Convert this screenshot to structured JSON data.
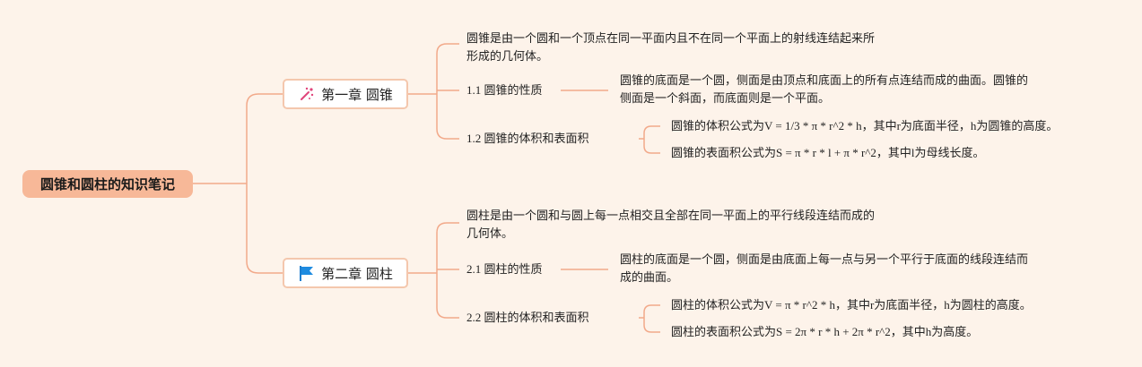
{
  "root": {
    "label": "圆锥和圆柱的知识笔记"
  },
  "colors": {
    "line": "#f2a98a",
    "root_bg": "#f7b898",
    "background": "#fdf3ea",
    "chapter_border": "#f4c7ad"
  },
  "chapters": [
    {
      "label": "第一章 圆锥",
      "icon": "sparkle-wand-icon",
      "intro": [
        "圆锥是由一个圆和一个顶点在同一平面内且不在同一个平面上的射线连结起来所",
        "形成的几何体。"
      ],
      "sections": [
        {
          "label": "1.1 圆锥的性质",
          "details": [
            "圆锥的底面是一个圆，侧面是由顶点和底面上的所有点连结而成的曲面。圆锥的",
            "侧面是一个斜面，而底面则是一个平面。"
          ]
        },
        {
          "label": "1.2 圆锥的体积和表面积",
          "items": [
            "圆锥的体积公式为V = 1/3 * π * r^2 * h，其中r为底面半径，h为圆锥的高度。",
            "圆锥的表面积公式为S = π * r * l + π * r^2，其中l为母线长度。"
          ]
        }
      ]
    },
    {
      "label": "第二章 圆柱",
      "icon": "blue-flag-icon",
      "intro": [
        "圆柱是由一个圆和与圆上每一点相交且全部在同一平面上的平行线段连结而成的",
        "几何体。"
      ],
      "sections": [
        {
          "label": "2.1 圆柱的性质",
          "details": [
            "圆柱的底面是一个圆，侧面是由底面上每一点与另一个平行于底面的线段连结而",
            "成的曲面。"
          ]
        },
        {
          "label": "2.2 圆柱的体积和表面积",
          "items": [
            "圆柱的体积公式为V = π * r^2 * h，其中r为底面半径，h为圆柱的高度。",
            "圆柱的表面积公式为S = 2π * r * h + 2π * r^2，其中h为高度。"
          ]
        }
      ]
    }
  ]
}
